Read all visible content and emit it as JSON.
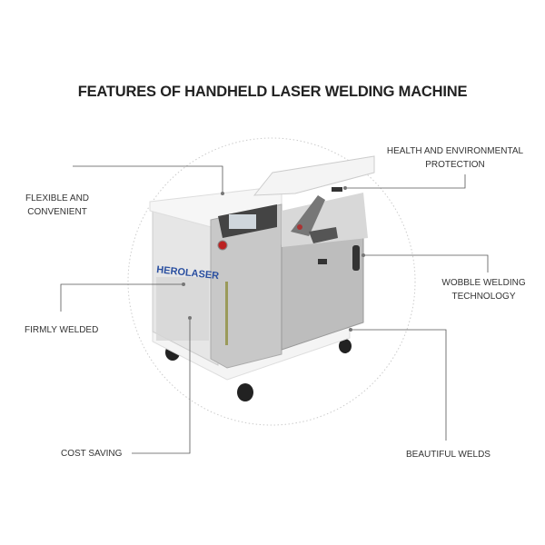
{
  "title": "FEATURES OF HANDHELD LASER WELDING MACHINE",
  "brand_logo": "HEROLASER",
  "callouts": {
    "flexible": [
      "FLEXIBLE AND",
      "CONVENIENT"
    ],
    "health": [
      "HEALTH AND ENVIRONMENTAL",
      "PROTECTION"
    ],
    "wobble": [
      "WOBBLE WELDING",
      "TECHNOLOGY"
    ],
    "firmly": "FIRMLY WELDED",
    "cost": "COST SAVING",
    "beautiful": "BEAUTIFUL WELDS"
  },
  "colors": {
    "line": "#555555",
    "logo": "#2a4fa0",
    "body": "#e9e9e9",
    "panel": "#bdbdbd"
  }
}
